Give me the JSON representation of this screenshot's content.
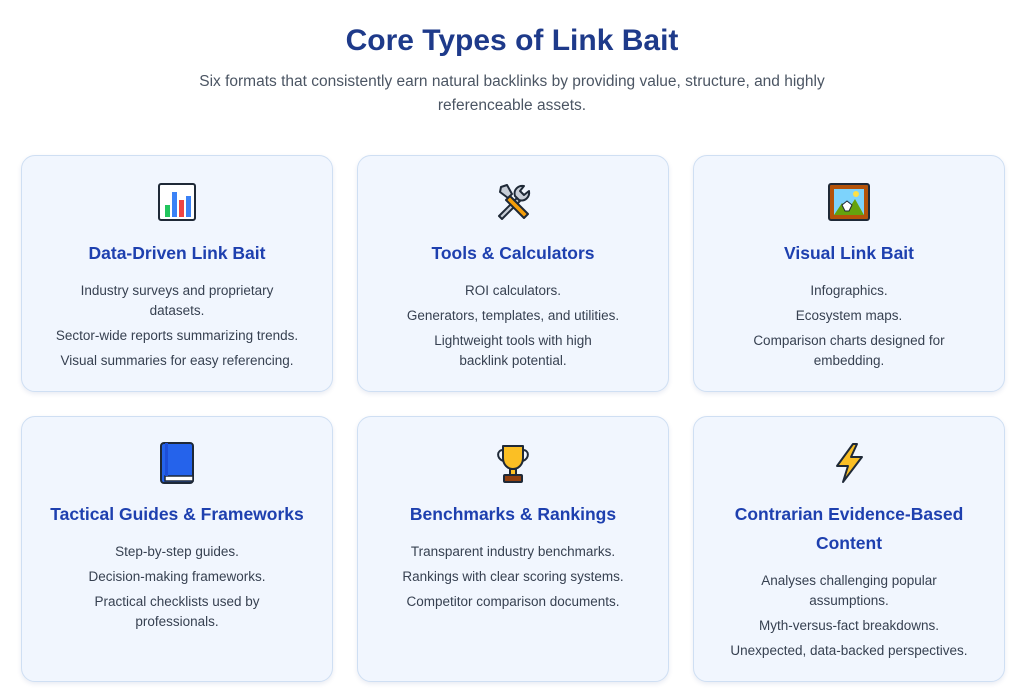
{
  "header": {
    "title": "Core Types of Link Bait",
    "subtitle": "Six formats that consistently earn natural backlinks by providing value, structure, and highly referenceable assets."
  },
  "cards": [
    {
      "icon": "bar-chart-icon",
      "title": "Data-Driven Link Bait",
      "points": [
        "Industry surveys and proprietary datasets.",
        "Sector-wide reports summarizing trends.",
        "Visual summaries for easy referencing."
      ]
    },
    {
      "icon": "tools-icon",
      "title": "Tools & Calculators",
      "points": [
        "ROI calculators.",
        "Generators, templates, and utilities.",
        "Lightweight tools with high backlink potential."
      ]
    },
    {
      "icon": "framed-picture-icon",
      "title": "Visual Link Bait",
      "points": [
        "Infographics.",
        "Ecosystem maps.",
        "Comparison charts designed for embedding."
      ]
    },
    {
      "icon": "book-icon",
      "title": "Tactical Guides & Frameworks",
      "points": [
        "Step-by-step guides.",
        "Decision-making frameworks.",
        "Practical checklists used by professionals."
      ]
    },
    {
      "icon": "trophy-icon",
      "title": "Benchmarks & Rankings",
      "points": [
        "Transparent industry benchmarks.",
        "Rankings with clear scoring systems.",
        "Competitor comparison documents."
      ]
    },
    {
      "icon": "lightning-icon",
      "title": "Contrarian Evidence-Based Content",
      "points": [
        "Analyses challenging popular assumptions.",
        "Myth-versus-fact breakdowns.",
        "Unexpected, data-backed perspectives."
      ]
    }
  ]
}
